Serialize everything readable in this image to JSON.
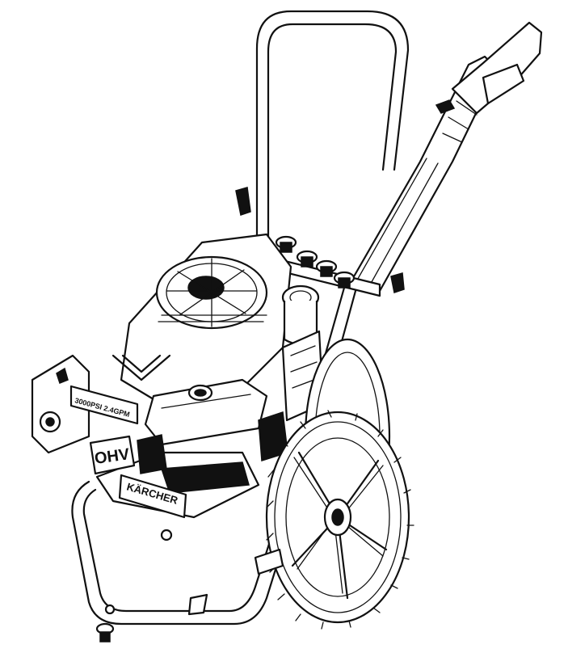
{
  "product": {
    "badge_text": "OHV",
    "brand_text": "KÄRCHER",
    "spec_text": "3000PSI 2.4GPM"
  }
}
